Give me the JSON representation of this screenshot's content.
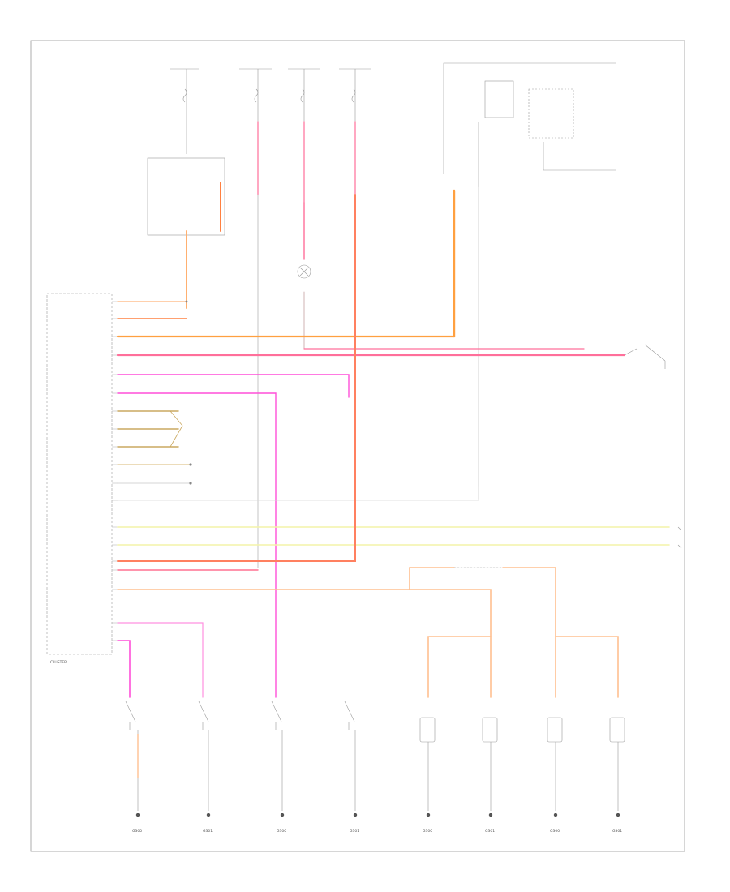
{
  "figure_code": "",
  "cluster_label": "CLUSTER",
  "colors": {
    "pink": "#ff6f9a",
    "magenta": "#ff4fd8",
    "orange": "#ffa040",
    "tan": "#caa860",
    "yellow": "#f4f4a8",
    "gray": "#b8b8b8",
    "frame": "#999999"
  },
  "icons": [
    "ground-icon",
    "switch-icon",
    "lamp-icon",
    "fuse-icon",
    "connector-icon"
  ],
  "bottom_grounds": [
    "G300",
    "G301",
    "G300",
    "G301",
    "G300",
    "G301",
    "G300",
    "G301"
  ]
}
